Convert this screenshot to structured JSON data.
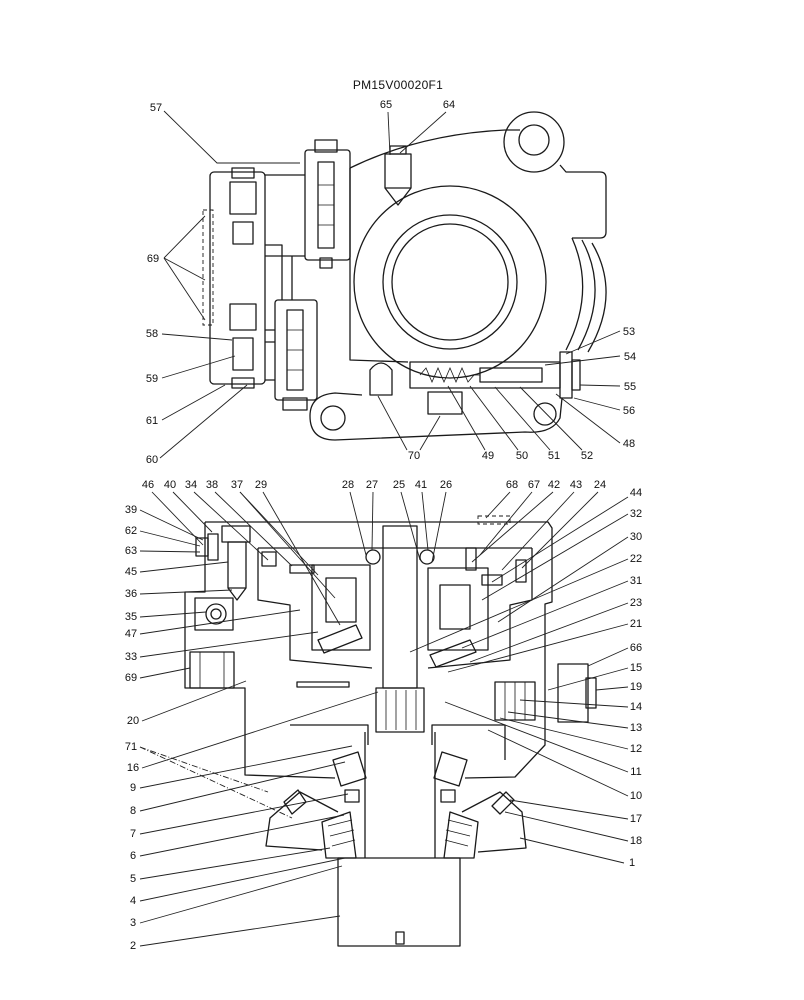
{
  "title": "PM15V00020F1",
  "top_view": {
    "callouts": [
      "57",
      "65",
      "64",
      "69",
      "58",
      "59",
      "61",
      "60",
      "70",
      "49",
      "50",
      "51",
      "52",
      "53",
      "54",
      "55",
      "56",
      "48"
    ]
  },
  "bottom_view": {
    "callouts": [
      "46",
      "40",
      "34",
      "38",
      "37",
      "29",
      "28",
      "27",
      "25",
      "41",
      "26",
      "68",
      "67",
      "42",
      "43",
      "24",
      "44",
      "39",
      "62",
      "63",
      "45",
      "36",
      "35",
      "47",
      "33",
      "69",
      "20",
      "71",
      "16",
      "9",
      "8",
      "7",
      "6",
      "5",
      "4",
      "3",
      "2",
      "32",
      "30",
      "22",
      "31",
      "23",
      "21",
      "66",
      "15",
      "19",
      "14",
      "13",
      "12",
      "11",
      "10",
      "17",
      "18",
      "1"
    ]
  }
}
